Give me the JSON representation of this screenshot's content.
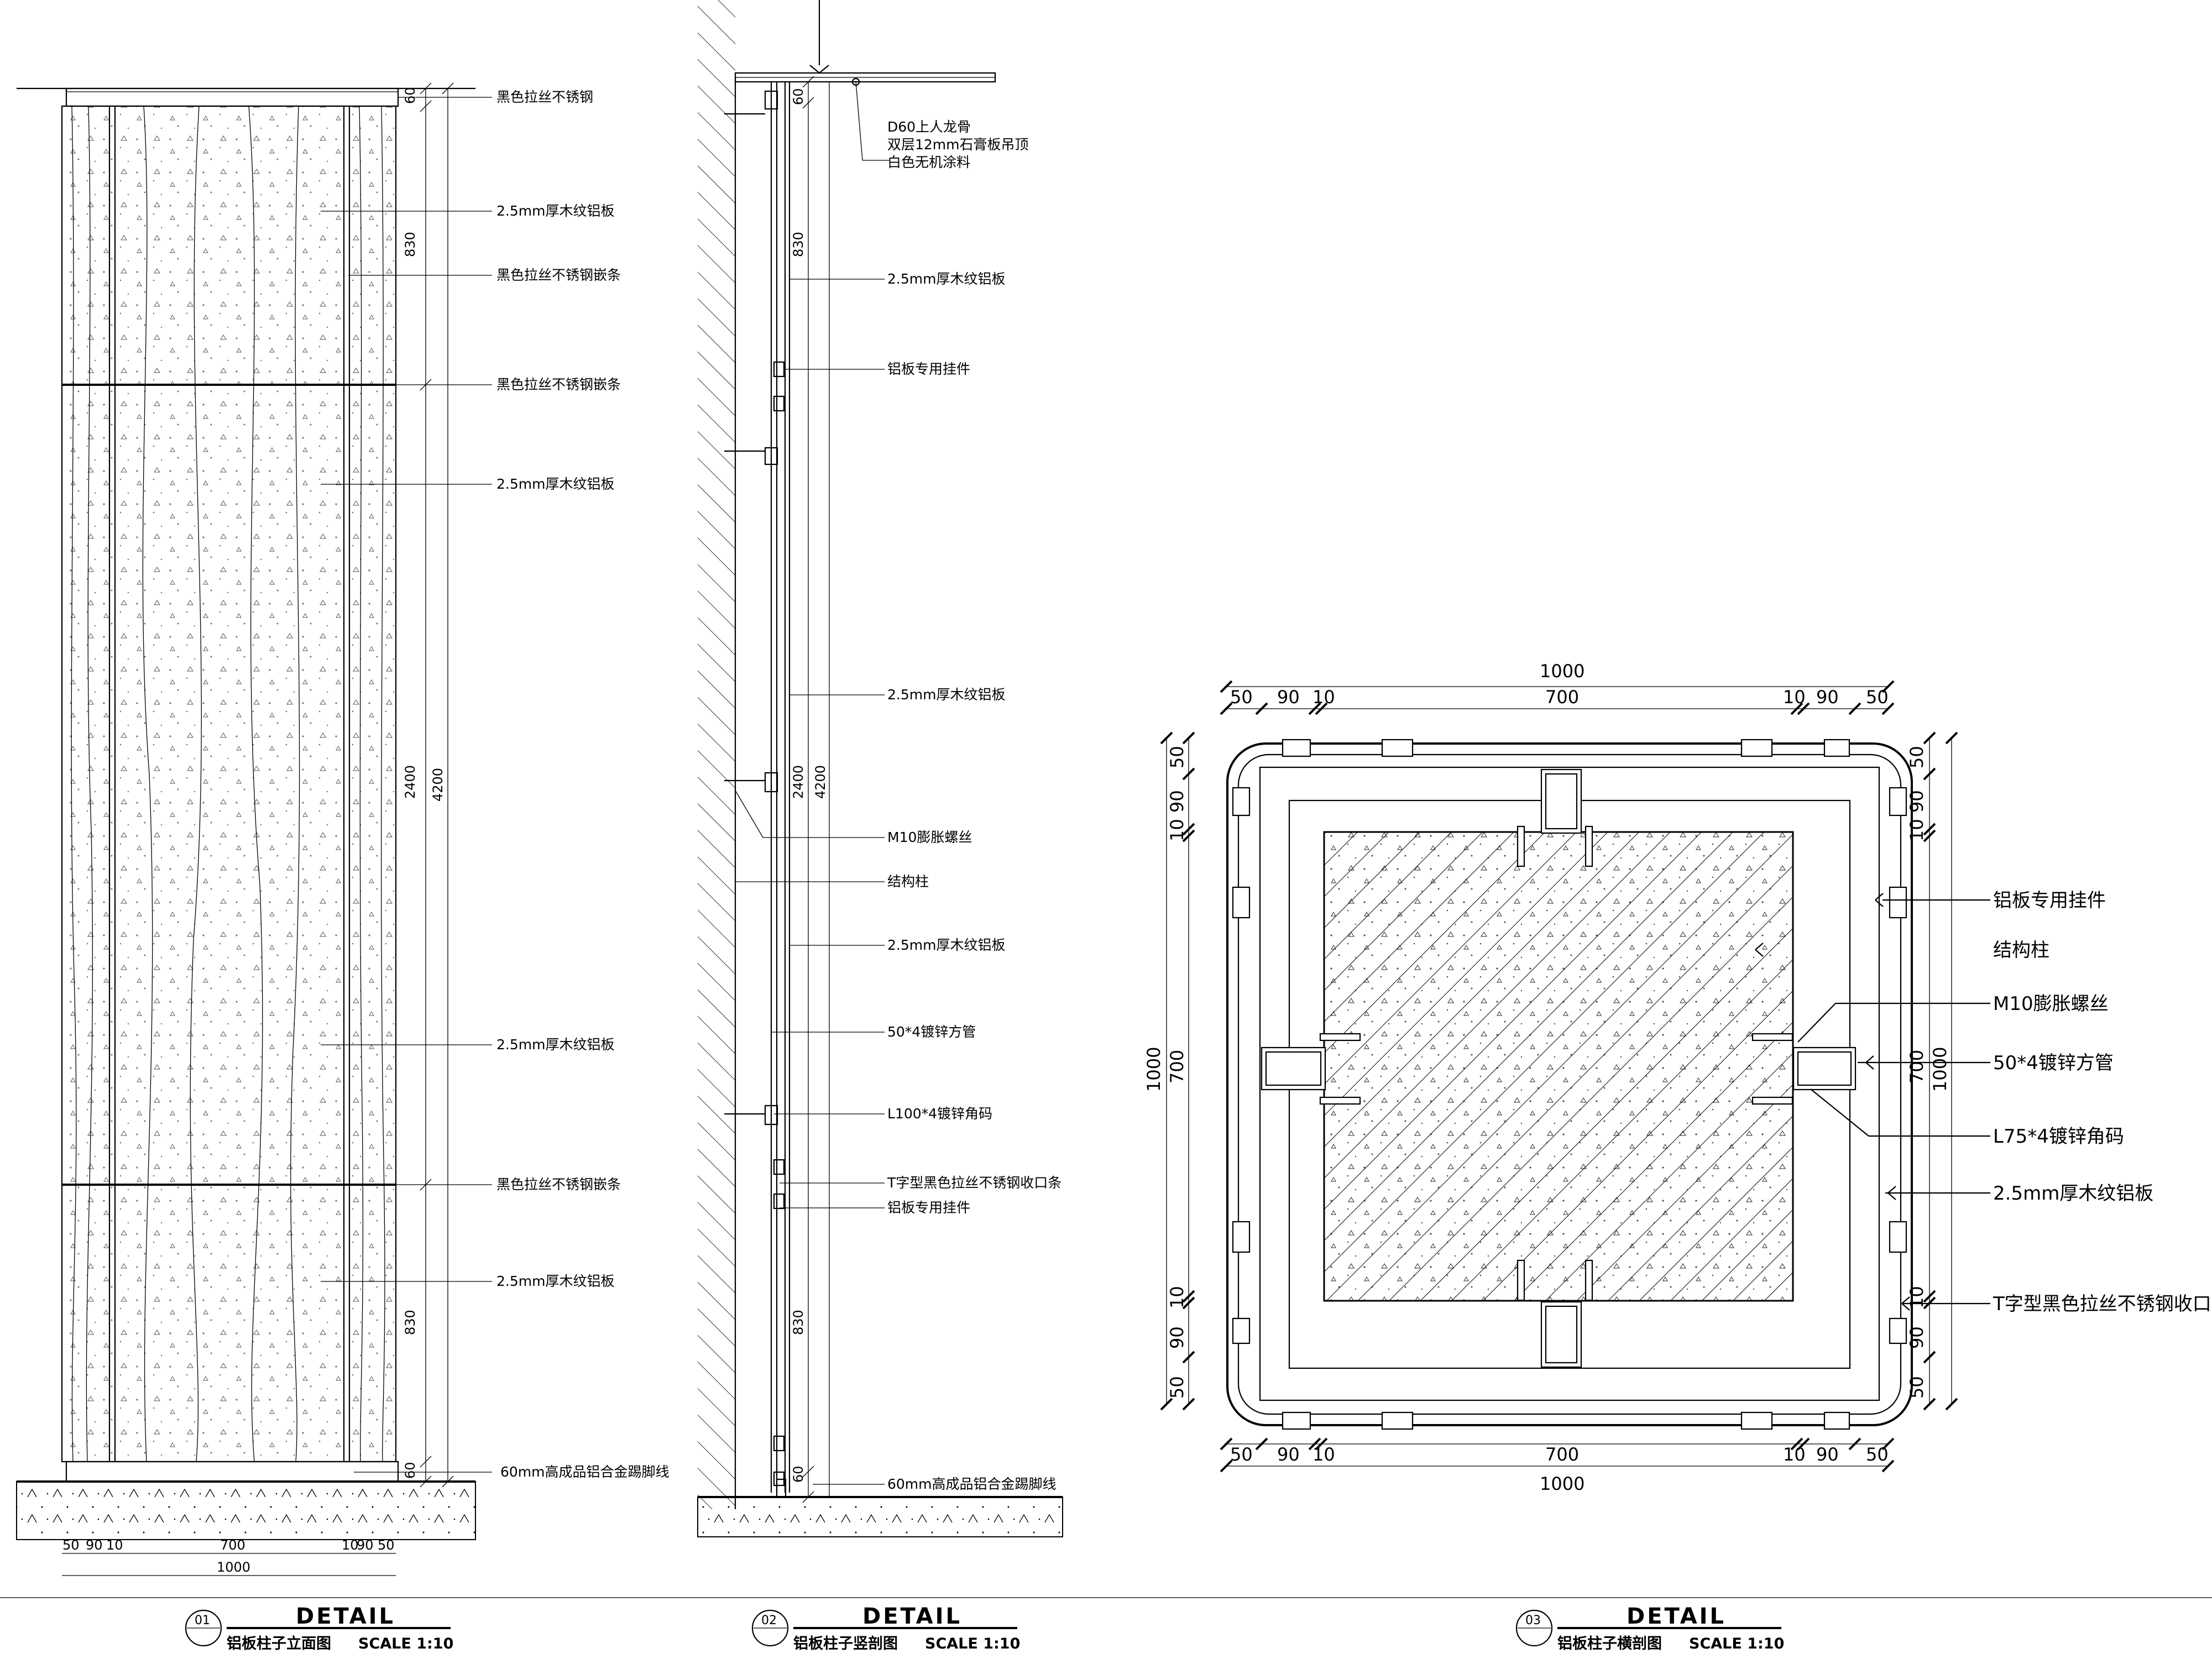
{
  "detail1": {
    "labels": [
      "黑色拉丝不锈钢",
      "2.5mm厚木纹铝板",
      "黑色拉丝不锈钢嵌条",
      "黑色拉丝不锈钢嵌条",
      "2.5mm厚木纹铝板",
      "2.5mm厚木纹铝板",
      "黑色拉丝不锈钢嵌条",
      "2.5mm厚木纹铝板",
      "60mm高成品铝合金踢脚线"
    ],
    "dims_vertical": [
      "60",
      "830",
      "2400",
      "830",
      "60",
      "4200"
    ],
    "dims_bottom": [
      "50",
      "90",
      "10",
      "700",
      "10",
      "90",
      "50",
      "1000"
    ],
    "title": {
      "num": "01",
      "word": "DETAIL",
      "name": "铝板柱子立面图",
      "scale": "SCALE 1:10"
    }
  },
  "detail2": {
    "labels": [
      "D60上人龙骨",
      "双层12mm石膏板吊顶",
      "白色无机涂料",
      "2.5mm厚木纹铝板",
      "铝板专用挂件",
      "2.5mm厚木纹铝板",
      "M10膨胀螺丝",
      "结构柱",
      "2.5mm厚木纹铝板",
      "50*4镀锌方管",
      "L100*4镀锌角码",
      "T字型黑色拉丝不锈钢收口条",
      "铝板专用挂件",
      "60mm高成品铝合金踢脚线"
    ],
    "dims_vertical": [
      "60",
      "830",
      "2400",
      "4200",
      "830",
      "60"
    ],
    "title": {
      "num": "02",
      "word": "DETAIL",
      "name": "铝板柱子竖剖图",
      "scale": "SCALE 1:10"
    }
  },
  "detail3": {
    "labels": [
      "铝板专用挂件",
      "结构柱",
      "M10膨胀螺丝",
      "50*4镀锌方管",
      "L75*4镀锌角码",
      "2.5mm厚木纹铝板",
      "T字型黑色拉丝不锈钢收口条"
    ],
    "dims_top_total": "1000",
    "dims_top": [
      "50",
      "90",
      "10",
      "700",
      "10",
      "90",
      "50"
    ],
    "dims_bottom": [
      "50",
      "90",
      "10",
      "700",
      "10",
      "90",
      "50"
    ],
    "dims_bottom_total": "1000",
    "dims_left": [
      "50",
      "90",
      "10",
      "700",
      "10",
      "90",
      "50"
    ],
    "dims_left_total": "1000",
    "dims_right": [
      "50",
      "90",
      "10",
      "700",
      "10",
      "90",
      "50"
    ],
    "dims_right_total": "1000",
    "title": {
      "num": "03",
      "word": "DETAIL",
      "name": "铝板柱子横剖图",
      "scale": "SCALE 1:10"
    }
  }
}
